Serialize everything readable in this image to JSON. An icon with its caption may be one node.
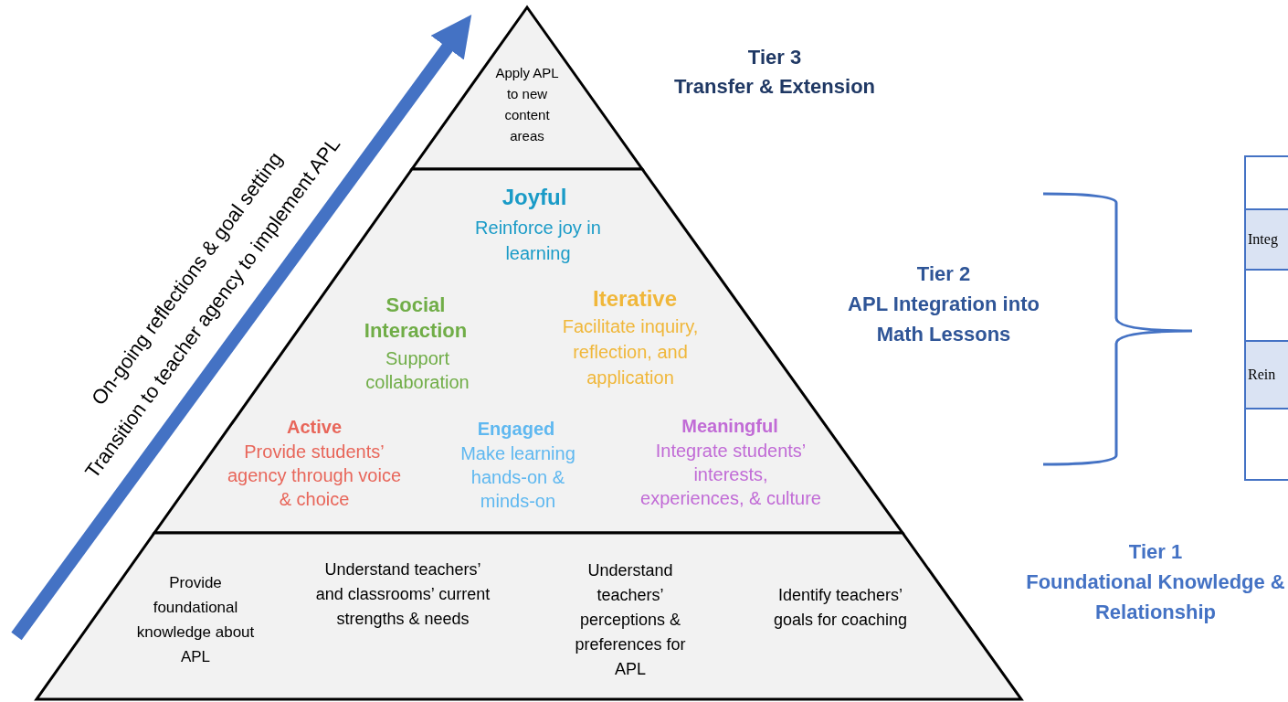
{
  "diagram": {
    "nodes": [
      {
        "text": [
          "Apply APL to new content areas"
        ]
      },
      {
        "text": [
          "Joyful",
          "Reinforce joy in learning",
          "Social Interaction",
          "Support collaboration",
          "Iterative",
          "Facilitate inquiry, reflection, and application",
          "Active",
          "Provide students’ agency through voice & choice",
          "Engaged",
          "Make learning hands-on & minds-on",
          "Meaningful",
          "Integrate students’ interests, experiences, & culture"
        ]
      },
      {
        "text": [
          "Provide foundational knowledge about APL",
          "Understand teachers’ and classrooms’ current strengths & needs",
          "Understand teachers’ perceptions & preferences  for APL",
          "Identify teachers’ goals for coaching"
        ]
      }
    ],
    "labels": [
      "On-going reflections & goal setting",
      "Transition to teacher agency to implement APL",
      "Tier 3",
      "Transfer & Extension",
      "Tier 2",
      "APL Integration into Math Lessons",
      "Integ",
      "Rein",
      "Tier 1",
      "Foundational Knowledge & Relationship"
    ]
  }
}
